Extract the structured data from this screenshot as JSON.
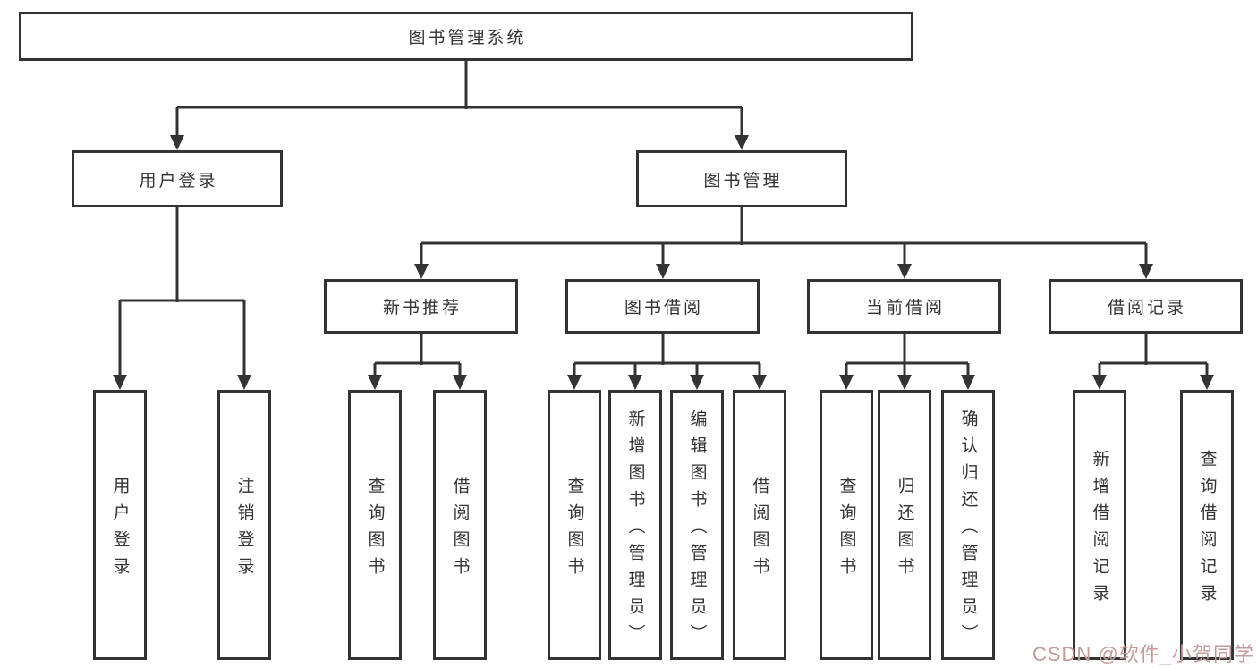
{
  "diagram": {
    "type": "hierarchy-tree",
    "tree": {
      "label": "图书管理系统",
      "children": [
        {
          "label": "用户登录",
          "children": [
            {
              "label": "用户登录"
            },
            {
              "label": "注销登录"
            }
          ]
        },
        {
          "label": "图书管理",
          "children": [
            {
              "label": "新书推荐",
              "children": [
                {
                  "label": "查询图书"
                },
                {
                  "label": "借阅图书"
                }
              ]
            },
            {
              "label": "图书借阅",
              "children": [
                {
                  "label": "查询图书"
                },
                {
                  "label": "新增图书（管理员）"
                },
                {
                  "label": "编辑图书（管理员）"
                },
                {
                  "label": "借阅图书"
                }
              ]
            },
            {
              "label": "当前借阅",
              "children": [
                {
                  "label": "查询图书"
                },
                {
                  "label": "归还图书"
                },
                {
                  "label": "确认归还（管理员）"
                }
              ]
            },
            {
              "label": "借阅记录",
              "children": [
                {
                  "label": "新增借阅记录"
                },
                {
                  "label": "查询借阅记录"
                }
              ]
            }
          ]
        }
      ]
    }
  },
  "watermark": {
    "text": "CSDN @软件_小贺同学",
    "color": "#c59a9a"
  },
  "colors": {
    "line": "#333333",
    "box_border": "#333333",
    "box_fill": "#ffffff",
    "text": "#333333",
    "background": "#ffffff"
  }
}
